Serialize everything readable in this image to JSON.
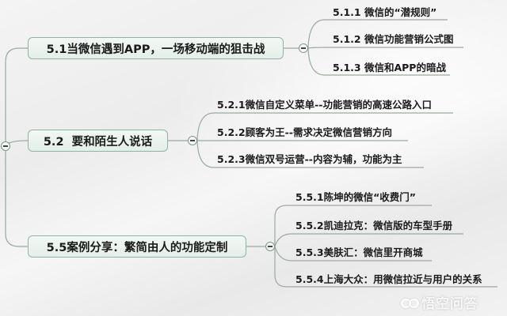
{
  "mindmap": {
    "topics": [
      {
        "label": "5.1当微信遇到APP，一场移动端的狙击战",
        "subtopics": [
          "5.1.1 微信的“潜规则”",
          "5.1.2 微信功能营销公式图",
          "5.1.3 微信和APP的暗战"
        ]
      },
      {
        "label": "5.2  要和陌生人说话",
        "subtopics": [
          "5.2.1微信自定义菜单--功能营销的高速公路入口",
          "5.2.2顾客为王--需求决定微信营销方向",
          "5.2.3微信双号运营--内容为辅，功能为主"
        ]
      },
      {
        "label": "5.5案例分享：繁简由人的功能定制",
        "subtopics": [
          "5.5.1陈坤的微信“收费门”",
          "5.5.2凯迪拉克：微信版的车型手册",
          "5.5.3美肤汇：微信里开商城",
          "5.5.4上海大众：用微信拉近与用户的关系"
        ]
      }
    ],
    "colors": {
      "topic_border": "#8fb4a3",
      "topic_fill": "#e8f2ec",
      "connector": "#9aaa9f",
      "text": "#1a1a1a"
    }
  },
  "watermark": {
    "icon": "wukong-logo-icon",
    "text": "悟空问答"
  }
}
